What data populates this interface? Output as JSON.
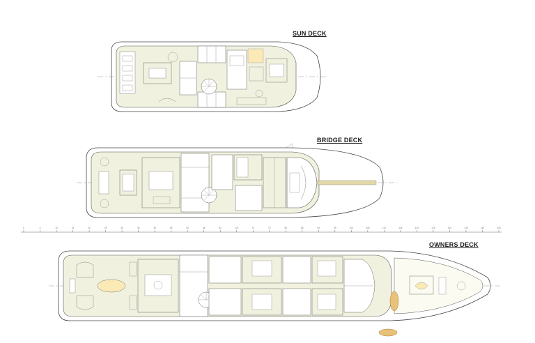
{
  "decks": {
    "sun": {
      "title": "SUN DECK"
    },
    "bridge": {
      "title": "BRIDGE DECK"
    },
    "owners": {
      "title": "OWNERS DECK"
    }
  },
  "ruler_labels": [
    "0",
    "5",
    "10",
    "15",
    "20",
    "25",
    "30",
    "35",
    "40",
    "45",
    "50",
    "55",
    "60",
    "65",
    "70",
    "75",
    "80",
    "85",
    "90",
    "95",
    "100",
    "105",
    "110",
    "115",
    "120",
    "125",
    "130",
    "135",
    "140",
    "145"
  ],
  "colors": {
    "deck_fill": "#f1f1df",
    "line": "#555555",
    "tender": "#e8c27a",
    "stair": "#d8cfa0"
  }
}
